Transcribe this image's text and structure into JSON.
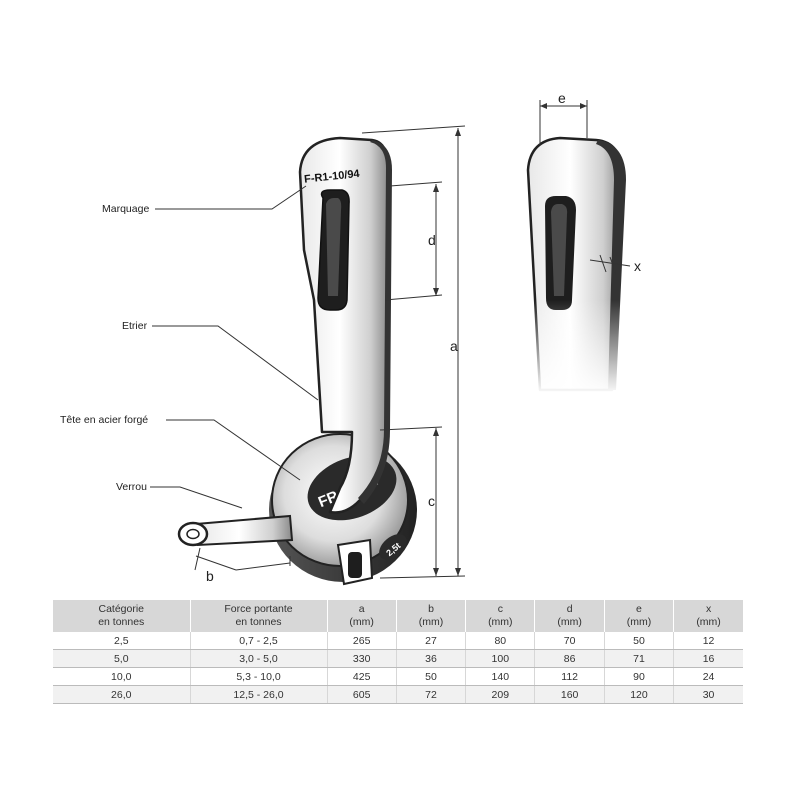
{
  "labels": {
    "marquage": "Marquage",
    "etrier": "Etrier",
    "tete": "Tête en acier forgé",
    "verrou": "Verrou"
  },
  "dimensions": {
    "a": "a",
    "b": "b",
    "c": "c",
    "d": "d",
    "e": "e",
    "x": "x"
  },
  "stamp_marking": "F-R1-10/94",
  "ring_marking": "FRANCE",
  "ring_load": "2,5t",
  "table": {
    "headers": [
      [
        "Catégorie",
        "en tonnes"
      ],
      [
        "Force portante",
        "en tonnes"
      ],
      [
        "a",
        "(mm)"
      ],
      [
        "b",
        "(mm)"
      ],
      [
        "c",
        "(mm)"
      ],
      [
        "d",
        "(mm)"
      ],
      [
        "e",
        "(mm)"
      ],
      [
        "x",
        "(mm)"
      ]
    ],
    "rows": [
      [
        "2,5",
        "0,7 - 2,5",
        "265",
        "27",
        "80",
        "70",
        "50",
        "12"
      ],
      [
        "5,0",
        "3,0 - 5,0",
        "330",
        "36",
        "100",
        "86",
        "71",
        "16"
      ],
      [
        "10,0",
        "5,3 - 10,0",
        "425",
        "50",
        "140",
        "112",
        "90",
        "24"
      ],
      [
        "26,0",
        "12,5 - 26,0",
        "605",
        "72",
        "209",
        "160",
        "120",
        "30"
      ]
    ]
  }
}
